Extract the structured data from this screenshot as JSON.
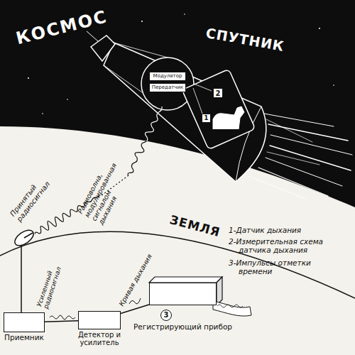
{
  "diagram": {
    "nodes": [
      {
        "text": [
          "Модулятор"
        ]
      },
      {
        "text": [
          "Передатчик"
        ]
      },
      {
        "text": [
          "2"
        ]
      },
      {
        "text": [
          "1"
        ]
      },
      {
        "text": [
          "Приемник"
        ]
      },
      {
        "text": [
          "Детектор и усилитель"
        ]
      },
      {
        "text": [
          "Регистрирующий прибор"
        ]
      }
    ],
    "edges": [
      {
        "from": 4,
        "to": 5,
        "arrow": "none",
        "label": "Усиленный радиосигнал"
      },
      {
        "from": 5,
        "to": 6,
        "arrow": "none",
        "label": "Кривая дыхания"
      }
    ],
    "labels": [
      "КОСМОС",
      "СПУТНИК",
      "ЗЕМЛЯ",
      "Принятый радиосигнал",
      "Радиоволна, модулированная сигналом дыхания",
      "3",
      "1-Датчик дыхания",
      "2-Измерительная схема датчика дыхания",
      "3-Импульсы отметки времени"
    ]
  }
}
